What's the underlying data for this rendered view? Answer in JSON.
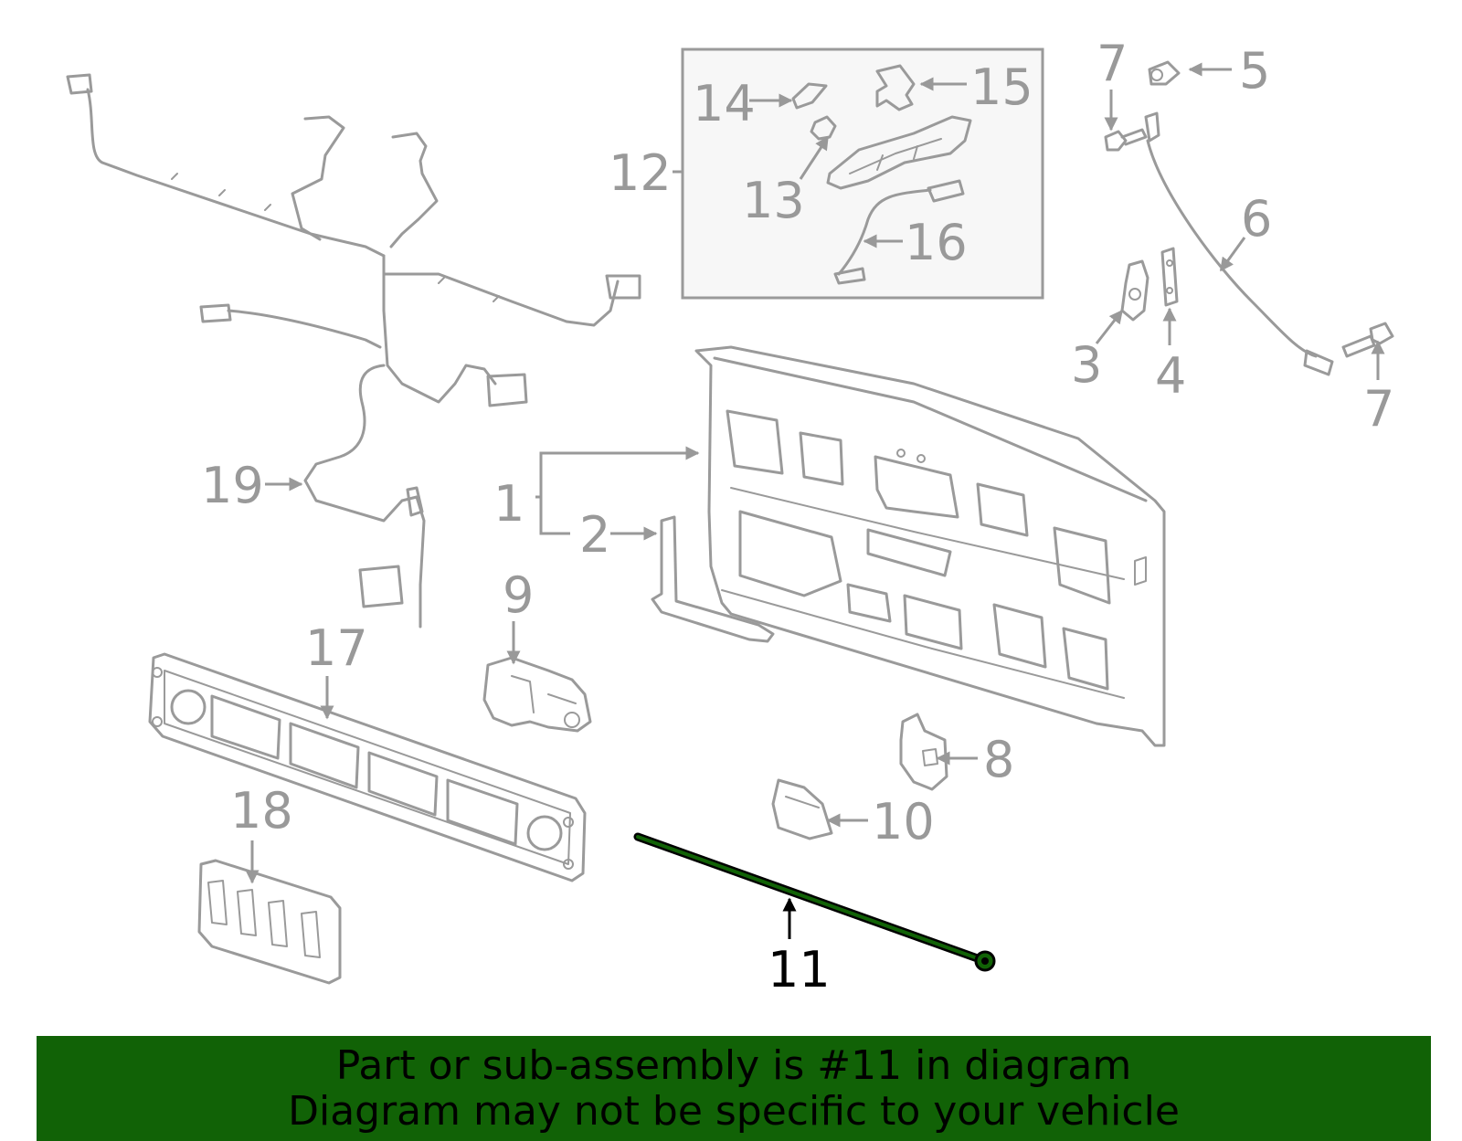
{
  "labels": {
    "l1": "1",
    "l2": "2",
    "l3": "3",
    "l4": "4",
    "l5": "5",
    "l6": "6",
    "l7a": "7",
    "l7b": "7",
    "l8": "8",
    "l9": "9",
    "l10": "10",
    "l11": "11",
    "l12": "12",
    "l13": "13",
    "l14": "14",
    "l15": "15",
    "l16": "16",
    "l17": "17",
    "l18": "18",
    "l19": "19"
  },
  "highlighted_part": "11",
  "banner": {
    "line1": "Part or sub-assembly is #11 in diagram",
    "line2": "Diagram may not be specific to your vehicle"
  },
  "colors": {
    "part_stroke": "#9a9a9a",
    "highlight_stroke": "#000000",
    "highlight_fill": "#116206",
    "banner_bg": "#116206",
    "inset_bg": "#f7f7f7"
  }
}
